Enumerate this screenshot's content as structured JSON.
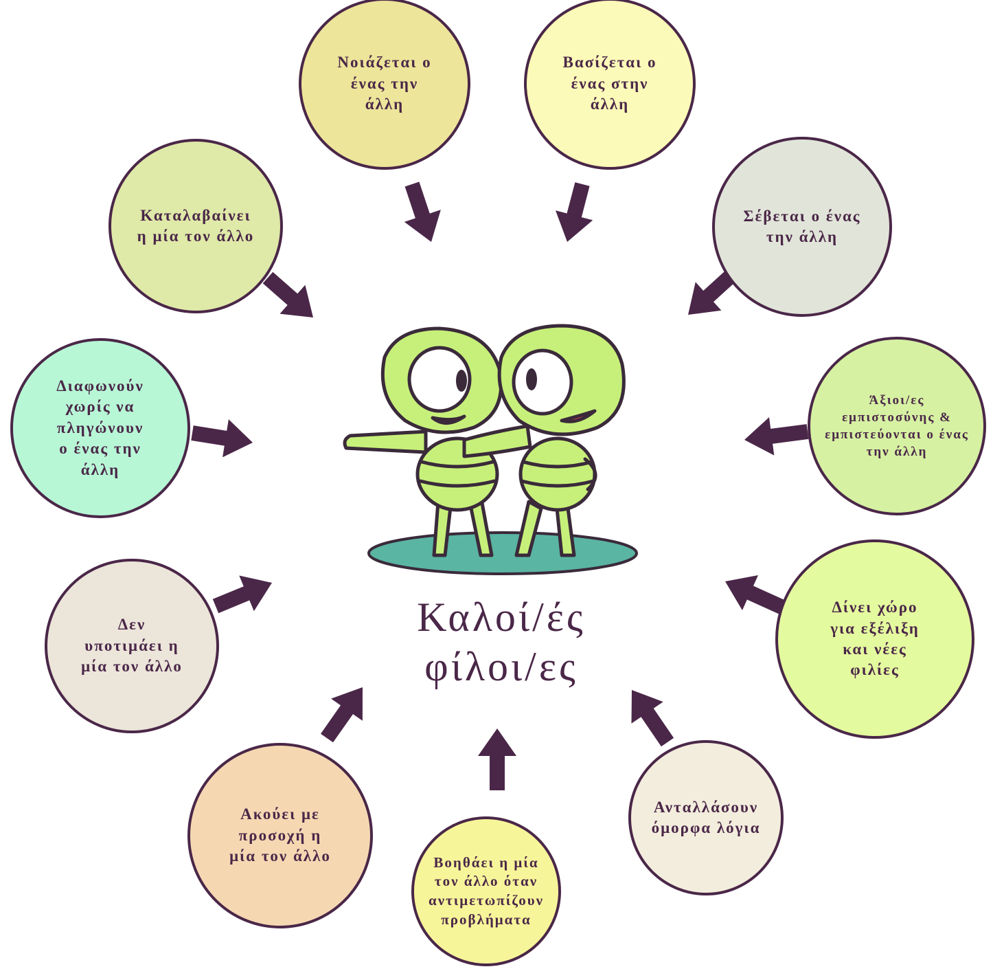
{
  "title": [
    "Καλοί/ές",
    "φίλοι/ες"
  ],
  "colors": {
    "outline": "#4a2748",
    "text": "#4a2748",
    "arrow": "#4a2748",
    "character_body": "#c7f07a",
    "character_stripe": "#e6fab0",
    "character_outline": "#3a2a3a",
    "ground": "#5ab5a2"
  },
  "bubbles": [
    {
      "id": "cares",
      "lines": [
        "Νοιάζεται ο",
        "ένας την",
        "άλλη"
      ],
      "color": "#ede59a"
    },
    {
      "id": "relies",
      "lines": [
        "Βασίζεται ο",
        "ένας στην",
        "άλλη"
      ],
      "color": "#fcfab8"
    },
    {
      "id": "respects",
      "lines": [
        "Σέβεται ο ένας",
        "την άλλη"
      ],
      "color": "#e1e5d9"
    },
    {
      "id": "trustworthy",
      "lines": [
        "Άξιοι/ες",
        "εμπιστοσύνης &",
        "εμπιστεύονται ο ένας",
        "την άλλη"
      ],
      "color": "#d6f1a2"
    },
    {
      "id": "room-to-grow",
      "lines": [
        "Δίνει χώρο",
        "για εξέλιξη",
        "και νέες",
        "φιλίες"
      ],
      "color": "#e4fa9e"
    },
    {
      "id": "kind-words",
      "lines": [
        "Ανταλλάσουν",
        "όμορφα λόγια"
      ],
      "color": "#f3eddd"
    },
    {
      "id": "helps",
      "lines": [
        "Βοηθάει η μία",
        "τον άλλο όταν",
        "αντιμετωπίζουν",
        "προβλήματα"
      ],
      "color": "#f7f59a"
    },
    {
      "id": "listens",
      "lines": [
        "Ακούει με",
        "προσοχή η",
        "μία τον άλλο"
      ],
      "color": "#f5d8b2"
    },
    {
      "id": "not-underestimate",
      "lines": [
        "Δεν",
        "υποτιμάει η",
        "μία τον άλλο"
      ],
      "color": "#ece5da"
    },
    {
      "id": "disagree",
      "lines": [
        "Διαφωνούν",
        "χωρίς να",
        "πληγώνουν",
        "ο ένας την",
        "άλλη"
      ],
      "color": "#b8f7d6"
    },
    {
      "id": "understands",
      "lines": [
        "Καταλαβαίνει",
        "η μία τον άλλο"
      ],
      "color": "#dfe9a8"
    }
  ]
}
